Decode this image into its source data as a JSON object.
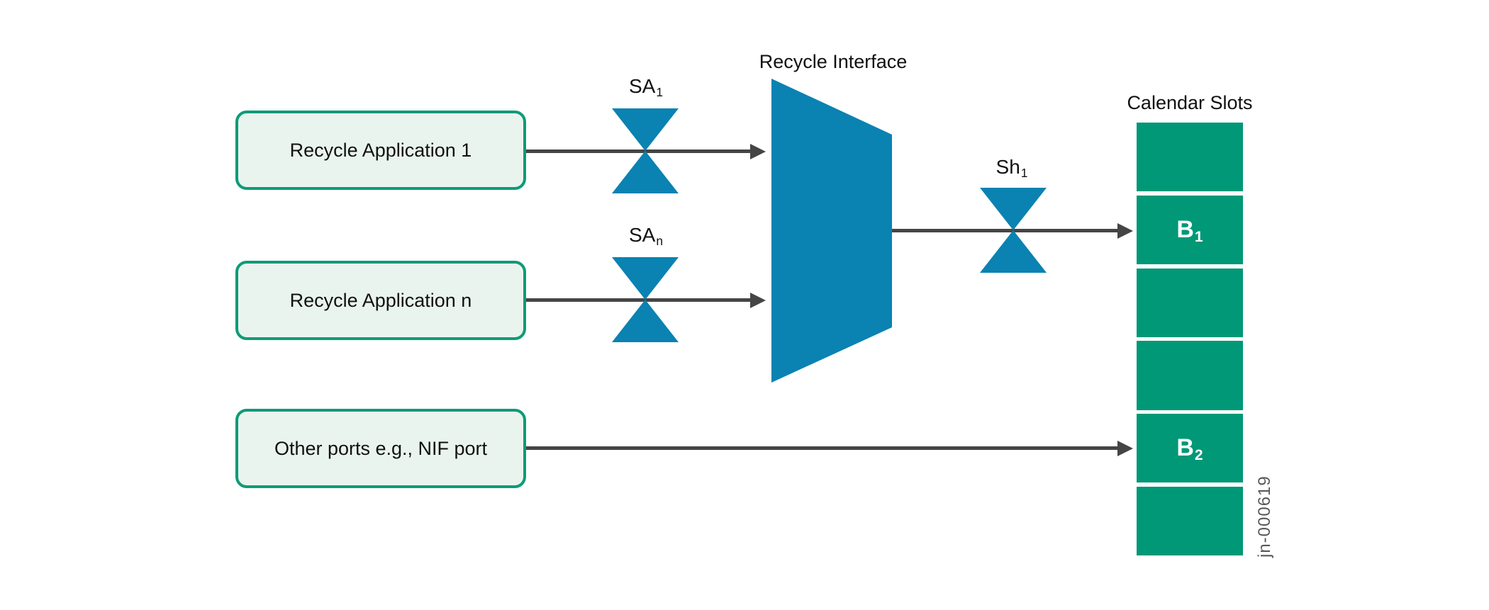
{
  "diagram": {
    "boxes": [
      {
        "label": "Recycle Application 1"
      },
      {
        "label": "Recycle Application n"
      },
      {
        "label": "Other ports e.g., NIF port"
      }
    ],
    "shapers": [
      {
        "text": "SA",
        "sub": "1"
      },
      {
        "text": "SA",
        "sub": "n"
      },
      {
        "text": "Sh",
        "sub": "1"
      }
    ],
    "interface_label": "Recycle Interface",
    "calendar": {
      "title": "Calendar Slots",
      "slot_count": 6,
      "labels": [
        {
          "slot_index": 1,
          "text": "B",
          "sub": "1"
        },
        {
          "slot_index": 4,
          "text": "B",
          "sub": "2"
        }
      ]
    },
    "figure_id": "jn-000619"
  },
  "colors": {
    "blue": "#0A82B2",
    "green": "#009877",
    "greenBorder": "#0E9B78",
    "boxFill": "#EAF4EF",
    "arrow": "#454545",
    "figGray": "#58595B",
    "text": "#111111"
  }
}
